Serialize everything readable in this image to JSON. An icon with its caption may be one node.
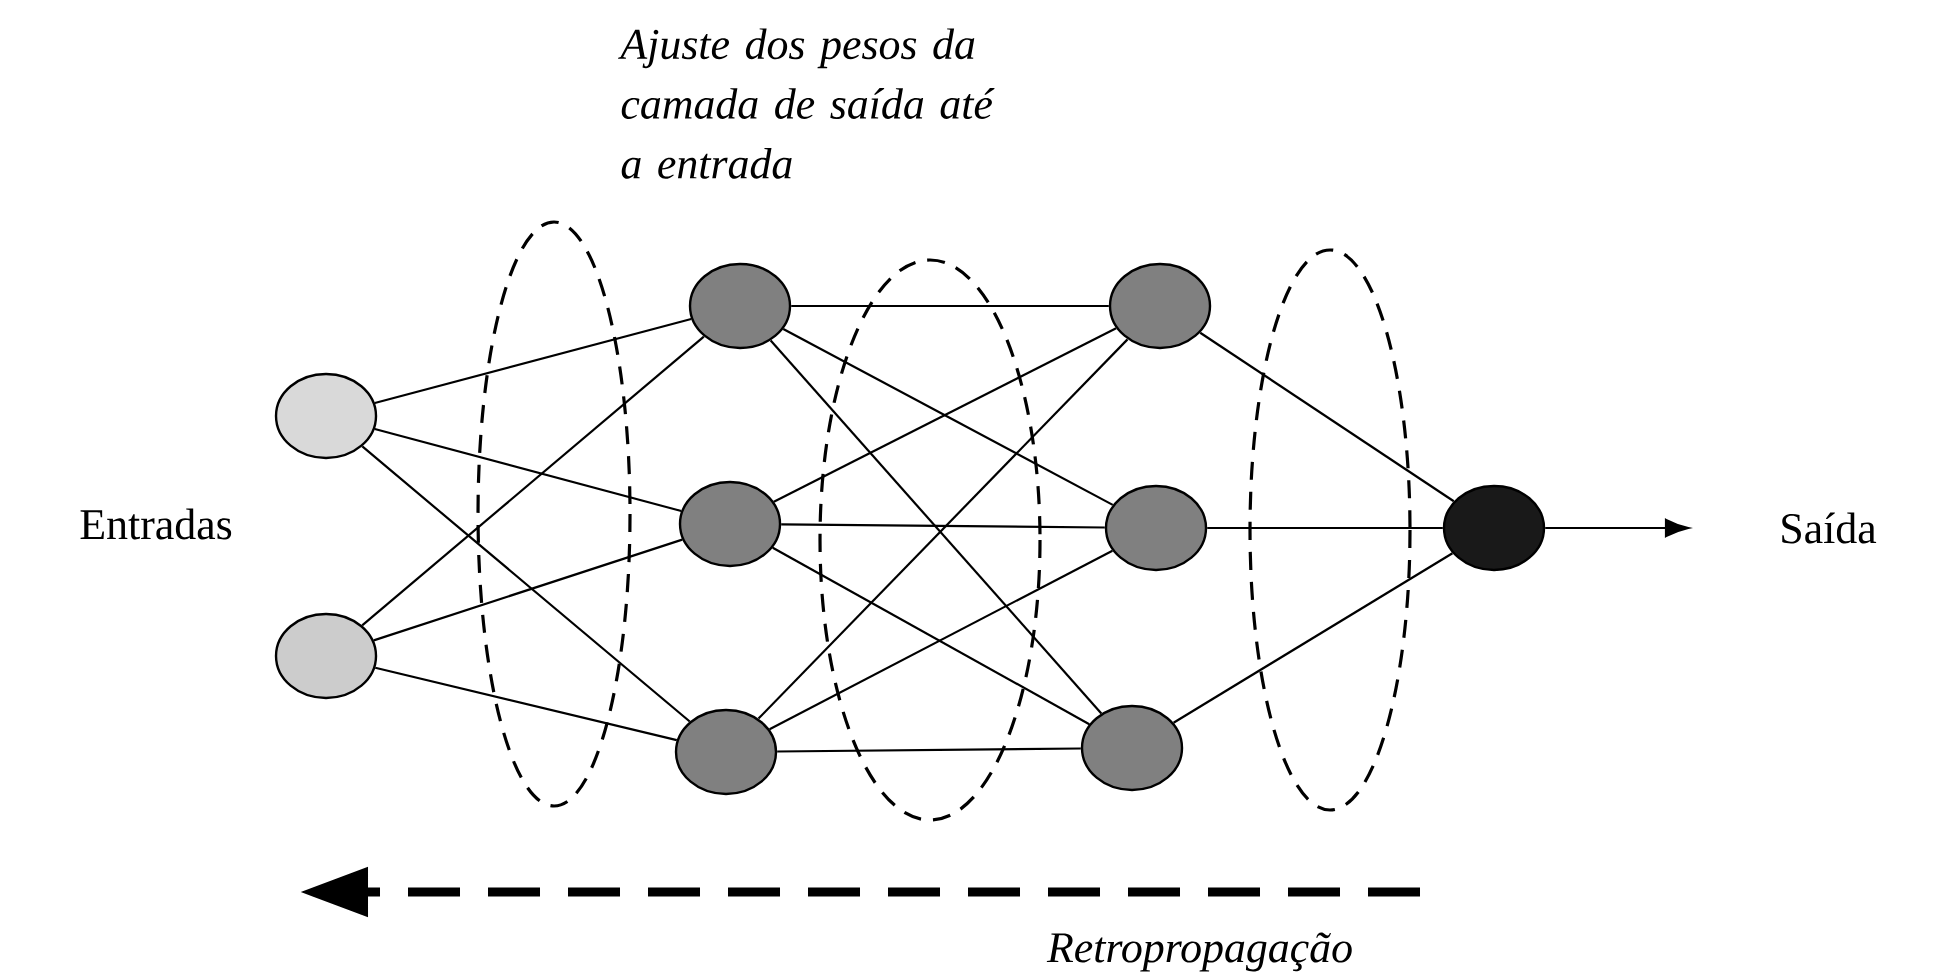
{
  "diagram": {
    "nodes": [
      {
        "text": [],
        "shape": "circle"
      },
      {
        "text": [],
        "shape": "circle"
      },
      {
        "text": [],
        "shape": "circle"
      },
      {
        "text": [],
        "shape": "circle"
      },
      {
        "text": [],
        "shape": "circle"
      },
      {
        "text": [],
        "shape": "circle"
      },
      {
        "text": [],
        "shape": "circle"
      },
      {
        "text": [],
        "shape": "circle"
      },
      {
        "text": [],
        "shape": "circle"
      },
      {
        "text": [
          "Saída"
        ]
      }
    ],
    "edges": [
      {
        "from": 0,
        "to": 2,
        "arrow": "none"
      },
      {
        "from": 0,
        "to": 3,
        "arrow": "none"
      },
      {
        "from": 0,
        "to": 4,
        "arrow": "none"
      },
      {
        "from": 1,
        "to": 2,
        "arrow": "none"
      },
      {
        "from": 1,
        "to": 3,
        "arrow": "none"
      },
      {
        "from": 1,
        "to": 4,
        "arrow": "none"
      },
      {
        "from": 2,
        "to": 5,
        "arrow": "none"
      },
      {
        "from": 2,
        "to": 6,
        "arrow": "none"
      },
      {
        "from": 2,
        "to": 7,
        "arrow": "none"
      },
      {
        "from": 3,
        "to": 5,
        "arrow": "none"
      },
      {
        "from": 3,
        "to": 6,
        "arrow": "none"
      },
      {
        "from": 3,
        "to": 7,
        "arrow": "none"
      },
      {
        "from": 4,
        "to": 5,
        "arrow": "none"
      },
      {
        "from": 4,
        "to": 6,
        "arrow": "none"
      },
      {
        "from": 4,
        "to": 7,
        "arrow": "none"
      },
      {
        "from": 5,
        "to": 8,
        "arrow": "none"
      },
      {
        "from": 6,
        "to": 8,
        "arrow": "none"
      },
      {
        "from": 7,
        "to": 8,
        "arrow": "none"
      },
      {
        "from": 8,
        "to": 9,
        "arrow": "to"
      }
    ],
    "labels": [
      "Ajuste dos pesos da camada de saída até a entrada",
      "Entradas",
      "Retropropagação"
    ]
  }
}
